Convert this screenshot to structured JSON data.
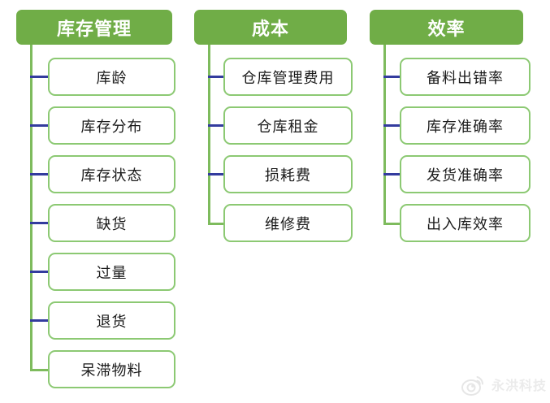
{
  "diagram": {
    "type": "tree",
    "columns": [
      {
        "label": "库存管理",
        "items": [
          "库龄",
          "库存分布",
          "库存状态",
          "缺货",
          "过量",
          "退货",
          "呆滞物料"
        ]
      },
      {
        "label": "成本",
        "items": [
          "仓库管理费用",
          "仓库租金",
          "损耗费",
          "维修费"
        ]
      },
      {
        "label": "效率",
        "items": [
          "备料出错率",
          "库存准确率",
          "发货准确率",
          "出入库效率"
        ]
      }
    ],
    "colors": {
      "header_fill": "#70AD47",
      "header_text": "#FFFFFF",
      "item_fill": "#FFFFFF",
      "item_border": "#8CC973",
      "item_text": "#1A1A1A",
      "connector_trunk": "#7EBB5D",
      "connector_stub": "#333B9E",
      "watermark_color": "#EBEBEB",
      "background": "#FFFFFF"
    }
  },
  "watermark": {
    "logo": "weibo-eye-icon",
    "text": "永洪科技"
  }
}
